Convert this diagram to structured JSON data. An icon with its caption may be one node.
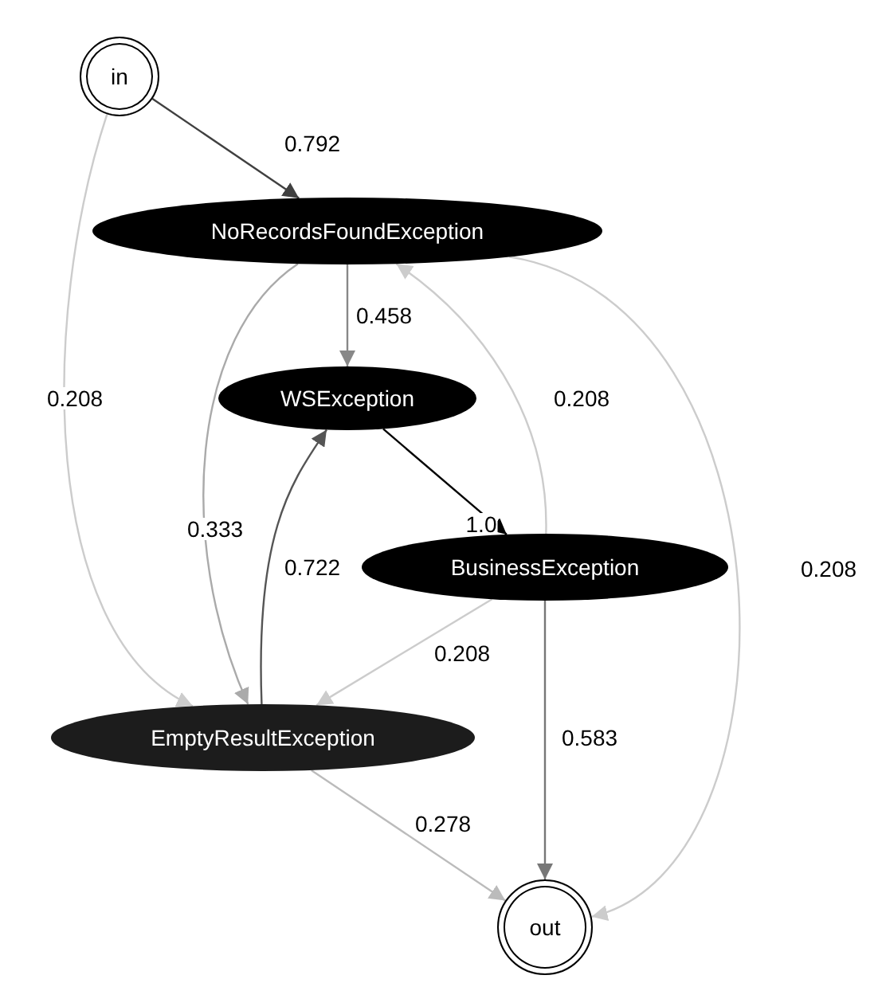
{
  "diagram": {
    "nodes": [
      {
        "text": [
          "in"
        ]
      },
      {
        "text": [
          "NoRecordsFoundException"
        ]
      },
      {
        "text": [
          "WSException"
        ]
      },
      {
        "text": [
          "BusinessException"
        ]
      },
      {
        "text": [
          "EmptyResultException"
        ]
      },
      {
        "text": [
          "out"
        ]
      }
    ],
    "edges": [
      {
        "from": 0,
        "to": 1,
        "arrow": "to",
        "label": "0.792",
        "color": "#404040"
      },
      {
        "from": 0,
        "to": 4,
        "arrow": "to",
        "label": "0.208",
        "color": "#cccccc"
      },
      {
        "from": 1,
        "to": 2,
        "arrow": "to",
        "label": "0.458",
        "color": "#888888"
      },
      {
        "from": 1,
        "to": 4,
        "arrow": "to",
        "label": "0.333",
        "color": "#aaaaaa"
      },
      {
        "from": 1,
        "to": 5,
        "arrow": "to",
        "label": "0.208",
        "color": "#cccccc"
      },
      {
        "from": 2,
        "to": 3,
        "arrow": "to",
        "label": "1.0",
        "color": "#000000"
      },
      {
        "from": 4,
        "to": 2,
        "arrow": "to",
        "label": "0.722",
        "color": "#555555"
      },
      {
        "from": 3,
        "to": 1,
        "arrow": "to",
        "label": "0.208",
        "color": "#cccccc"
      },
      {
        "from": 3,
        "to": 4,
        "arrow": "to",
        "label": "0.208",
        "color": "#cccccc"
      },
      {
        "from": 3,
        "to": 5,
        "arrow": "to",
        "label": "0.583",
        "color": "#777777"
      },
      {
        "from": 4,
        "to": 5,
        "arrow": "to",
        "label": "0.278",
        "color": "#bbbbbb"
      }
    ]
  }
}
